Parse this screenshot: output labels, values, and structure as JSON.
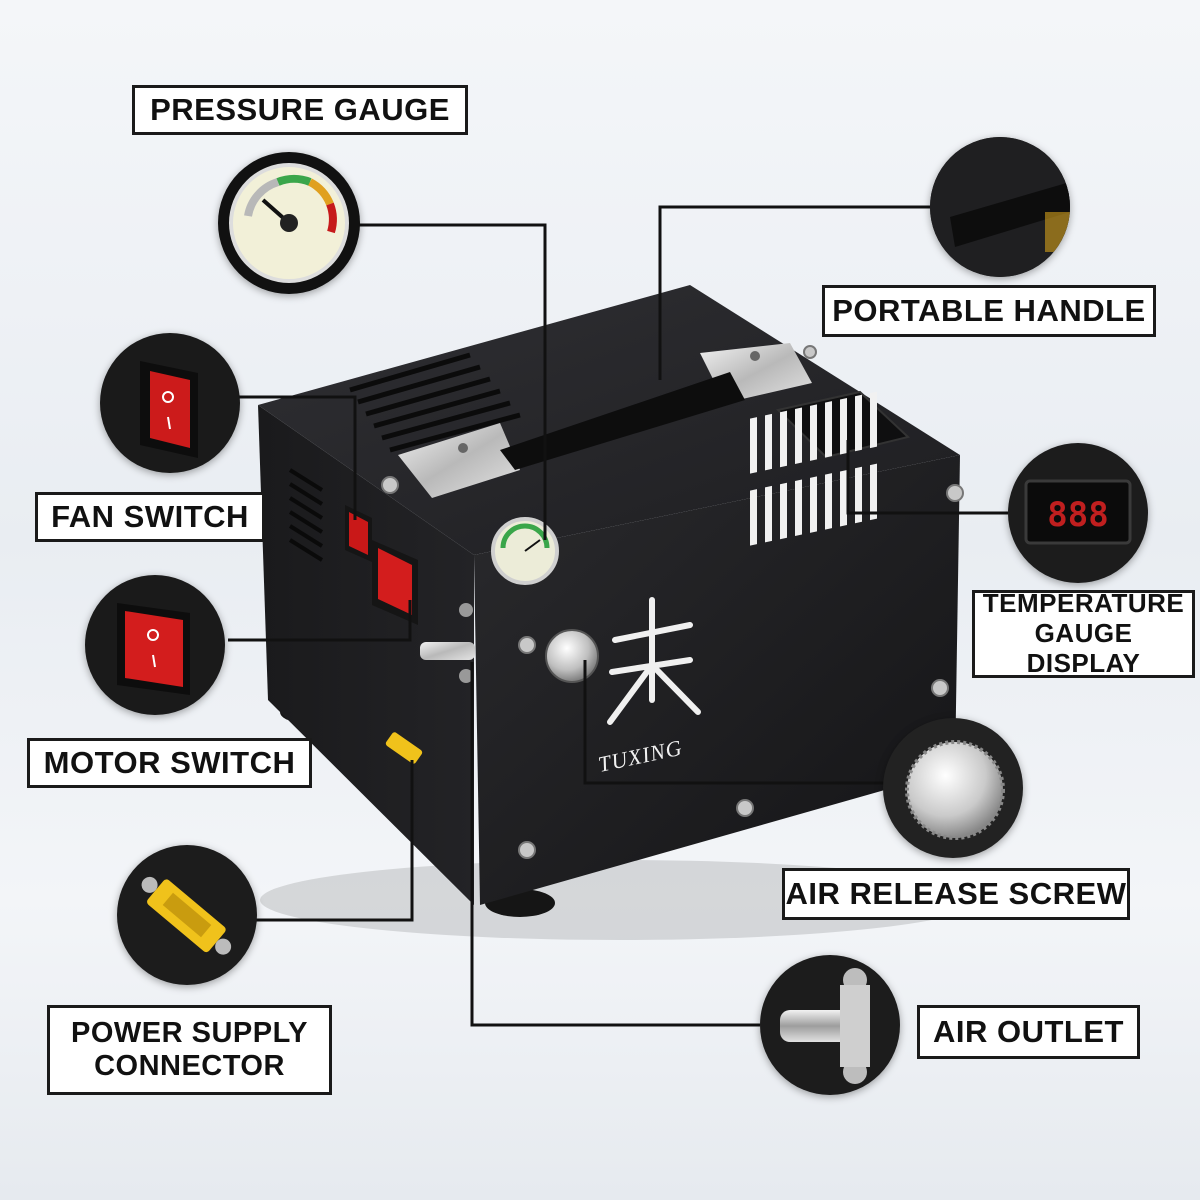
{
  "labels": {
    "pressure_gauge": "PRESSURE GAUGE",
    "portable_handle": "PORTABLE HANDLE",
    "fan_switch": "FAN SWITCH",
    "temperature_line1": "TEMPERATURE",
    "temperature_line2": "GAUGE DISPLAY",
    "motor_switch": "MOTOR SWITCH",
    "air_release_screw": "AIR RELEASE SCREW",
    "power_line1": "POWER SUPPLY",
    "power_line2": "CONNECTOR",
    "air_outlet": "AIR OUTLET"
  },
  "product": {
    "brand": "TUXING",
    "display_readout": "888"
  },
  "colors": {
    "body": "#1b1b1d",
    "switch_red": "#d31d1d",
    "connector_yellow": "#f0c21b",
    "label_border": "#1a1a1a"
  },
  "icons": [
    "pressure-gauge-icon",
    "handle-icon",
    "rocker-switch-icon",
    "led-display-icon",
    "knob-icon",
    "connector-icon",
    "valve-icon"
  ]
}
